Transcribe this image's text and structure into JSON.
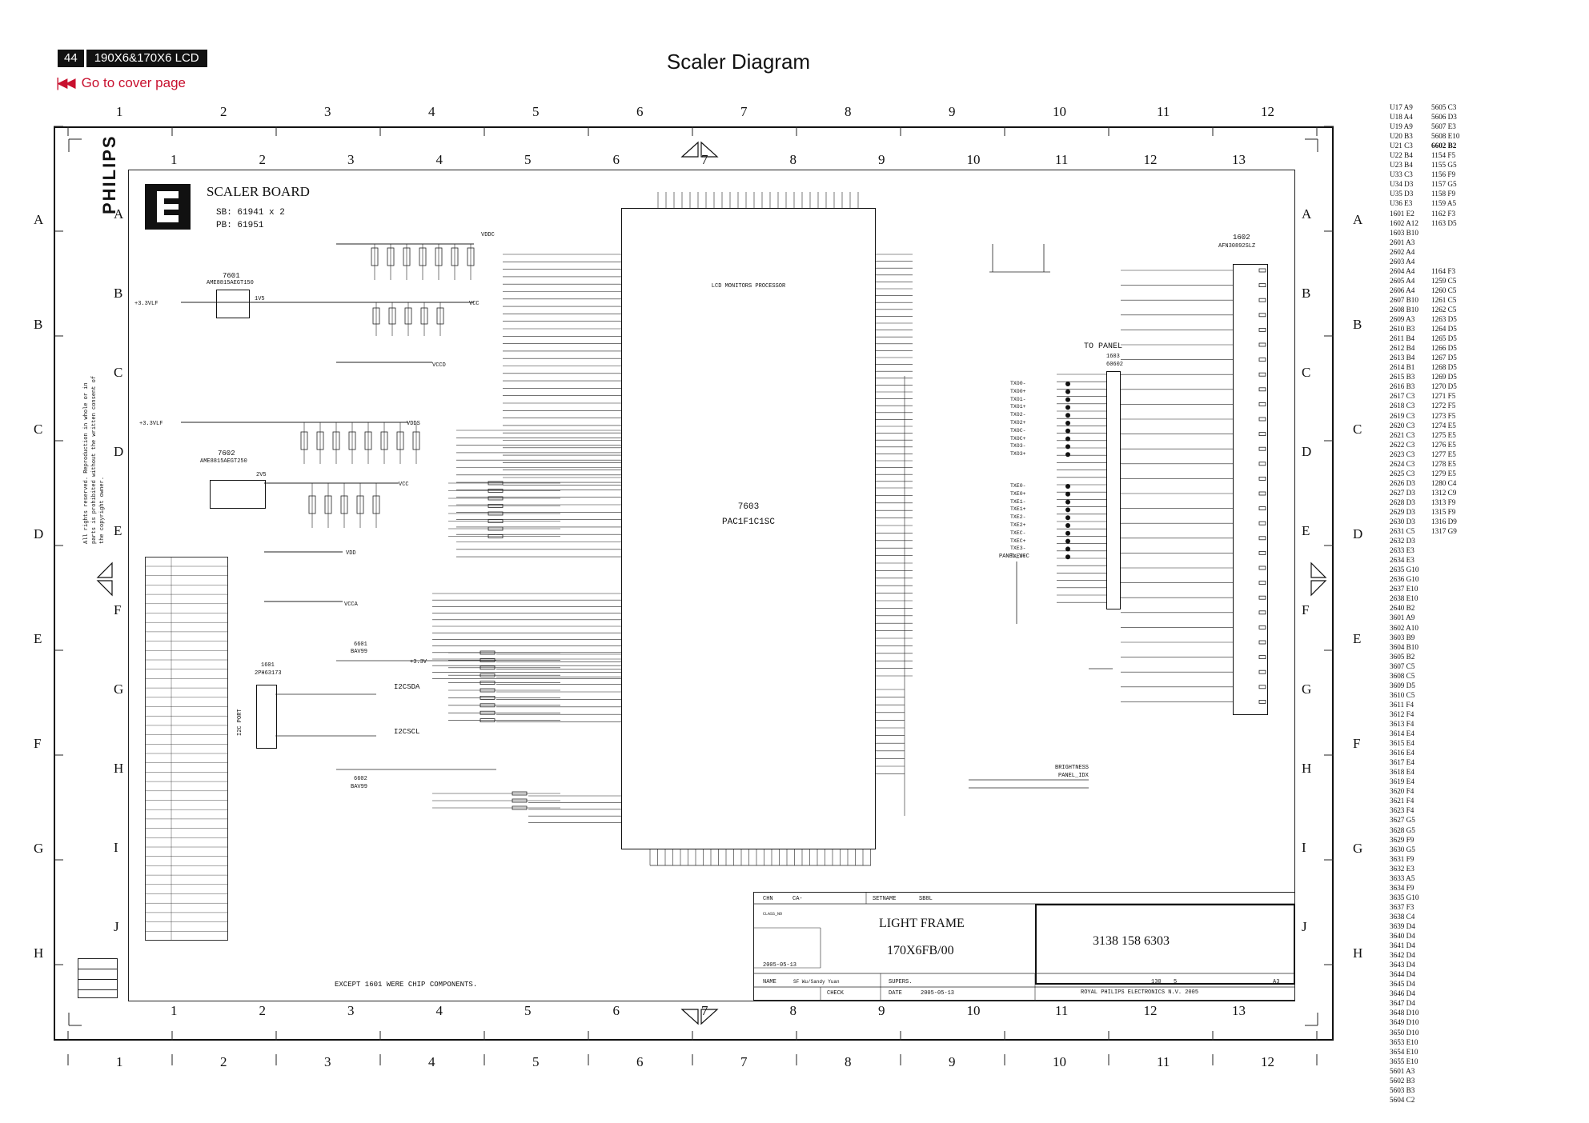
{
  "header": {
    "page_number": "44",
    "model": "190X6&170X6 LCD",
    "cover_link": "Go to cover page",
    "title": "Scaler Diagram"
  },
  "grid": {
    "outer_cols": [
      "1",
      "2",
      "3",
      "4",
      "5",
      "6",
      "7",
      "8",
      "9",
      "10",
      "11",
      "12"
    ],
    "outer_rows": [
      "A",
      "B",
      "C",
      "D",
      "E",
      "F",
      "G",
      "H"
    ],
    "inner_cols": [
      "1",
      "2",
      "3",
      "4",
      "5",
      "6",
      "7",
      "8",
      "9",
      "10",
      "11",
      "12",
      "13"
    ],
    "inner_rows": [
      "A",
      "B",
      "C",
      "D",
      "E",
      "F",
      "G",
      "H",
      "I",
      "J"
    ]
  },
  "board": {
    "brand": "PHILIPS",
    "logo_letter": "E",
    "name": "SCALER BOARD",
    "sb": "SB: 61941 x 2",
    "pb": "PB: 61951"
  },
  "chip": {
    "ref": "7603",
    "name": "PAC1F1C1SC",
    "desc": "LCD MONITORS PROCESSOR"
  },
  "regulators": [
    {
      "ref": "7601",
      "part": "AME8815AEGT150"
    },
    {
      "ref": "7602",
      "part": "AME8815AEGT250"
    }
  ],
  "rails": [
    "VCC",
    "VCCA",
    "VDDC",
    "VCCD",
    "VDD",
    "VDDS",
    "+3.3VLF",
    "+3.3V",
    "1V5",
    "2V5"
  ],
  "connectors": {
    "panel_label": "TO PANEL",
    "panel_ref": "1603",
    "panel_part": "60602",
    "right_ref": "1602",
    "right_part": "AFN30892SLZ",
    "i2c_ref": "1601",
    "i2c_part": "2PH63173",
    "i2c_label": "I2C PORT"
  },
  "signals": {
    "i2c": [
      "I2CSDA",
      "I2CSCL"
    ],
    "diodes": [
      "6601",
      "BAV99",
      "6602",
      "BAV99"
    ],
    "panel_vcc": "PANEL_VCC",
    "brightness": "BRIGHTNESS",
    "panel_idx": "PANEL_IDX"
  },
  "tx_lines": [
    "TXO0-",
    "TXO0+",
    "TXO1-",
    "TXO1+",
    "TXO2-",
    "TXO2+",
    "TXOC-",
    "TXOC+",
    "TXO3-",
    "TXO3+",
    "TXE0-",
    "TXE0+",
    "TXE1-",
    "TXE1+",
    "TXE2-",
    "TXE2+",
    "TXEC-",
    "TXEC+",
    "TXE3-",
    "TXE3+"
  ],
  "note": "EXCEPT 1601  WERE CHIP COMPONENTS.",
  "title_block": {
    "product": "LIGHT FRAME",
    "model": "170X6FB/00",
    "drawing_number": "3138 158 6303",
    "date": "2005-05-13",
    "name": "NAME",
    "author": "SF Wu/Sandy Yuan",
    "supers": "SUPERS.",
    "check": "CHECK",
    "date_label": "DATE",
    "setname": "SETNAME",
    "setname_val": "SB8L",
    "chn": "CHN",
    "ca": "CA-",
    "class_no": "CLASS_NO",
    "sheet": "130",
    "sheet_of": "5",
    "size": "A3",
    "company": "ROYAL PHILIPS ELECTRONICS N.V. 2005"
  },
  "side_list": [
    [
      "U17 A9",
      "5605 C3"
    ],
    [
      "U18 A4",
      "5606 D3"
    ],
    [
      "U19 A9",
      "5607 E3"
    ],
    [
      "U20 B3",
      "5608 E10"
    ],
    [
      "U21 C3",
      "6602 B2"
    ],
    [
      "U22 B4",
      "1154 F5"
    ],
    [
      "U23 B4",
      "1155 G5"
    ],
    [
      "U33 C3",
      "1156 F9"
    ],
    [
      "U34 D3",
      "1157 G5"
    ],
    [
      "U35 D3",
      "1158 F9"
    ],
    [
      "U36 E3",
      "1159 A5"
    ],
    [
      "1601 E2",
      "1162 F3"
    ],
    [
      "1602 A12",
      "1163 D5"
    ],
    [
      "1603 B10",
      ""
    ],
    [
      "2601 A3",
      ""
    ],
    [
      "2602 A4",
      ""
    ],
    [
      "2603 A4",
      ""
    ],
    [
      "2604 A4",
      "1164 F3"
    ],
    [
      "2605 A4",
      "1259 C5"
    ],
    [
      "2606 A4",
      "1260 C5"
    ],
    [
      "2607 B10",
      "1261 C5"
    ],
    [
      "2608 B10",
      "1262 C5"
    ],
    [
      "2609 A3",
      "1263 D5"
    ],
    [
      "2610 B3",
      "1264 D5"
    ],
    [
      "2611 B4",
      "1265 D5"
    ],
    [
      "2612 B4",
      "1266 D5"
    ],
    [
      "2613 B4",
      "1267 D5"
    ],
    [
      "2614 B1",
      "1268 D5"
    ],
    [
      "2615 B3",
      "1269 D5"
    ],
    [
      "2616 B3",
      "1270 D5"
    ],
    [
      "2617 C3",
      "1271 F5"
    ],
    [
      "2618 C3",
      "1272 F5"
    ],
    [
      "2619 C3",
      "1273 F5"
    ],
    [
      "2620 C3",
      "1274 E5"
    ],
    [
      "2621 C3",
      "1275 E5"
    ],
    [
      "2622 C3",
      "1276 E5"
    ],
    [
      "2623 C3",
      "1277 E5"
    ],
    [
      "2624 C3",
      "1278 E5"
    ],
    [
      "2625 C3",
      "1279 E5"
    ],
    [
      "2626 D3",
      "1280 C4"
    ],
    [
      "2627 D3",
      "1312 C9"
    ],
    [
      "2628 D3",
      "1313 F9"
    ],
    [
      "2629 D3",
      "1315 F9"
    ],
    [
      "2630 D3",
      "1316 D9"
    ],
    [
      "2631 C5",
      "1317 G9"
    ],
    [
      "2632 D3",
      ""
    ],
    [
      "2633 E3",
      ""
    ],
    [
      "2634 E3",
      ""
    ],
    [
      "2635 G10",
      ""
    ],
    [
      "2636 G10",
      ""
    ],
    [
      "2637 E10",
      ""
    ],
    [
      "2638 E10",
      ""
    ],
    [
      "2640 B2",
      ""
    ],
    [
      "3601 A9",
      ""
    ],
    [
      "3602 A10",
      ""
    ],
    [
      "3603 B9",
      ""
    ],
    [
      "3604 B10",
      ""
    ],
    [
      "3605 B2",
      ""
    ],
    [
      "3607 C5",
      ""
    ],
    [
      "3608 C5",
      ""
    ],
    [
      "3609 D5",
      ""
    ],
    [
      "3610 C5",
      ""
    ],
    [
      "3611 F4",
      ""
    ],
    [
      "3612 F4",
      ""
    ],
    [
      "3613 F4",
      ""
    ],
    [
      "3614 E4",
      ""
    ],
    [
      "3615 E4",
      ""
    ],
    [
      "3616 E4",
      ""
    ],
    [
      "3617 E4",
      ""
    ],
    [
      "3618 E4",
      ""
    ],
    [
      "3619 E4",
      ""
    ],
    [
      "3620 F4",
      ""
    ],
    [
      "3621 F4",
      ""
    ],
    [
      "3623 F4",
      ""
    ],
    [
      "3627 G5",
      ""
    ],
    [
      "3628 G5",
      ""
    ],
    [
      "3629 F9",
      ""
    ],
    [
      "3630 G5",
      ""
    ],
    [
      "3631 F9",
      ""
    ],
    [
      "3632 E3",
      ""
    ],
    [
      "3633 A5",
      ""
    ],
    [
      "3634 F9",
      ""
    ],
    [
      "3635 G10",
      ""
    ],
    [
      "3637 F3",
      ""
    ],
    [
      "3638 C4",
      ""
    ],
    [
      "3639 D4",
      ""
    ],
    [
      "3640 D4",
      ""
    ],
    [
      "3641 D4",
      ""
    ],
    [
      "3642 D4",
      ""
    ],
    [
      "3643 D4",
      ""
    ],
    [
      "3644 D4",
      ""
    ],
    [
      "3645 D4",
      ""
    ],
    [
      "3646 D4",
      ""
    ],
    [
      "3647 D4",
      ""
    ],
    [
      "3648 D10",
      ""
    ],
    [
      "3649 D10",
      ""
    ],
    [
      "3650 D10",
      ""
    ],
    [
      "3653 E10",
      ""
    ],
    [
      "3654 E10",
      ""
    ],
    [
      "3655 E10",
      ""
    ],
    [
      "5601 A3",
      ""
    ],
    [
      "5602 B3",
      ""
    ],
    [
      "5603 B3",
      ""
    ],
    [
      "5604 C2",
      ""
    ]
  ]
}
